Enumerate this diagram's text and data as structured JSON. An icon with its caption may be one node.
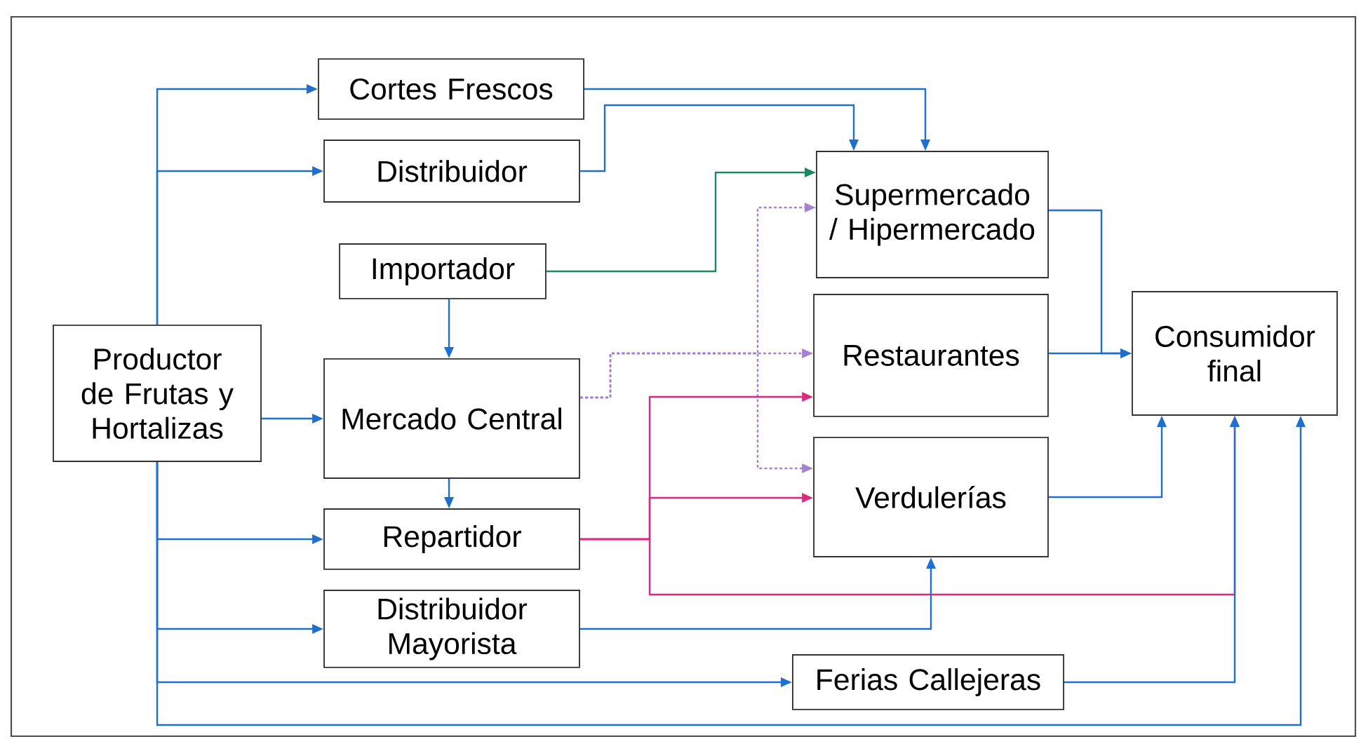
{
  "diagram": {
    "nodes": [
      {
        "text": [
          "Productor de Frutas y Hortalizas"
        ]
      },
      {
        "text": [
          "Cortes Frescos"
        ]
      },
      {
        "text": [
          "Distribuidor"
        ]
      },
      {
        "text": [
          "Importador"
        ]
      },
      {
        "text": [
          "Mercado Central"
        ]
      },
      {
        "text": [
          "Supermercado / Hipermercado"
        ]
      },
      {
        "text": [
          "Restaurantes"
        ]
      },
      {
        "text": [
          "Consumidor final"
        ]
      },
      {
        "text": [
          "Repartidor"
        ]
      },
      {
        "text": [
          "Verdulerías"
        ]
      },
      {
        "text": [
          "Distribuidor Mayorista"
        ]
      },
      {
        "text": [
          "Ferias Callejeras"
        ]
      }
    ],
    "edges": [
      {
        "from": 0,
        "to": 1,
        "arrow": "to"
      },
      {
        "from": 0,
        "to": 2,
        "arrow": "to"
      },
      {
        "from": 0,
        "to": 4,
        "arrow": "to"
      },
      {
        "from": 0,
        "to": 8,
        "arrow": "to"
      },
      {
        "from": 0,
        "to": 10,
        "arrow": "to"
      },
      {
        "from": 0,
        "to": 11,
        "arrow": "to"
      },
      {
        "from": 0,
        "to": 7,
        "arrow": "to"
      },
      {
        "from": 1,
        "to": 5,
        "arrow": "to"
      },
      {
        "from": 2,
        "to": 5,
        "arrow": "to"
      },
      {
        "from": 3,
        "to": 5,
        "arrow": "to",
        "color": "#1a8a5e"
      },
      {
        "from": 3,
        "to": 4,
        "arrow": "to"
      },
      {
        "from": 4,
        "to": 6,
        "arrow": "to",
        "style": "dashed",
        "color": "#a681d4"
      },
      {
        "from": 4,
        "to": 5,
        "arrow": "to",
        "style": "dashed",
        "color": "#a681d4"
      },
      {
        "from": 4,
        "to": 9,
        "arrow": "to",
        "style": "dashed",
        "color": "#a681d4"
      },
      {
        "from": 4,
        "to": 8,
        "arrow": "to"
      },
      {
        "from": 8,
        "to": 6,
        "arrow": "to",
        "color": "#e0287e"
      },
      {
        "from": 8,
        "to": 9,
        "arrow": "to",
        "color": "#e0287e"
      },
      {
        "from": 8,
        "to": 7,
        "arrow": "to",
        "color": "#e0287e"
      },
      {
        "from": 5,
        "to": 7,
        "arrow": "to"
      },
      {
        "from": 6,
        "to": 7,
        "arrow": "to"
      },
      {
        "from": 9,
        "to": 7,
        "arrow": "to"
      },
      {
        "from": 10,
        "to": 9,
        "arrow": "to"
      },
      {
        "from": 11,
        "to": 7,
        "arrow": "to"
      }
    ]
  }
}
